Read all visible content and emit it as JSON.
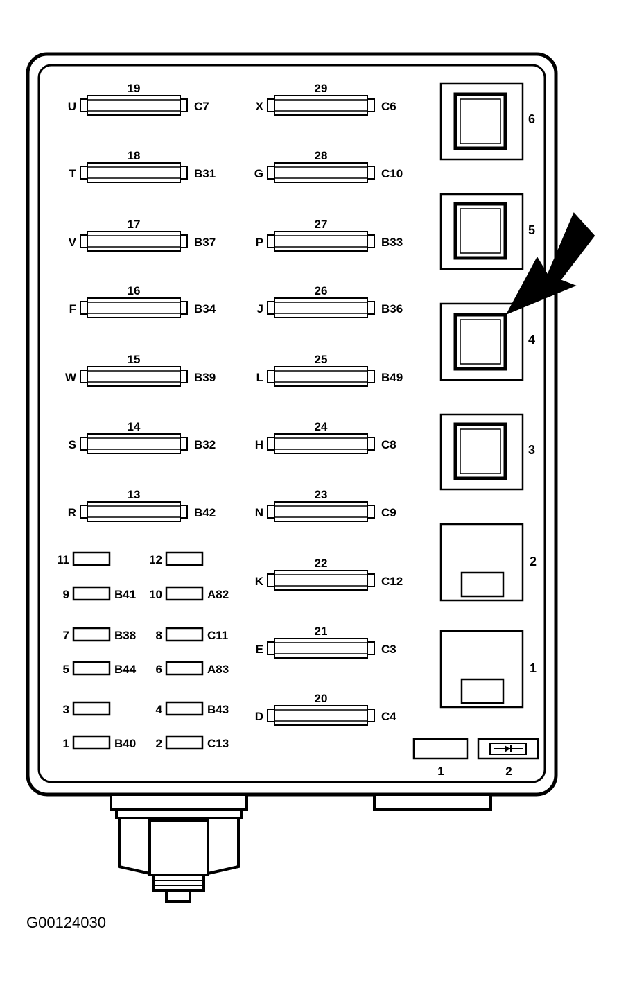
{
  "maxi_fuses": [
    {
      "number": "19",
      "left": "U",
      "right": "C7"
    },
    {
      "number": "18",
      "left": "T",
      "right": "B31"
    },
    {
      "number": "17",
      "left": "V",
      "right": "B37"
    },
    {
      "number": "16",
      "left": "F",
      "right": "B34"
    },
    {
      "number": "15",
      "left": "W",
      "right": "B39"
    },
    {
      "number": "14",
      "left": "S",
      "right": "B32"
    },
    {
      "number": "13",
      "left": "R",
      "right": "B42"
    },
    {
      "number": "29",
      "left": "X",
      "right": "C6"
    },
    {
      "number": "28",
      "left": "G",
      "right": "C10"
    },
    {
      "number": "27",
      "left": "P",
      "right": "B33"
    },
    {
      "number": "26",
      "left": "J",
      "right": "B36"
    },
    {
      "number": "25",
      "left": "L",
      "right": "B49"
    },
    {
      "number": "24",
      "left": "H",
      "right": "C8"
    },
    {
      "number": "23",
      "left": "N",
      "right": "C9"
    },
    {
      "number": "22",
      "left": "K",
      "right": "C12"
    },
    {
      "number": "21",
      "left": "E",
      "right": "C3"
    },
    {
      "number": "20",
      "left": "D",
      "right": "C4"
    }
  ],
  "mini_fuses": [
    {
      "number": "11",
      "code": ""
    },
    {
      "number": "12",
      "code": ""
    },
    {
      "number": "9",
      "code": "B41"
    },
    {
      "number": "10",
      "code": "A82"
    },
    {
      "number": "7",
      "code": "B38"
    },
    {
      "number": "8",
      "code": "C11"
    },
    {
      "number": "5",
      "code": "B44"
    },
    {
      "number": "6",
      "code": "A83"
    },
    {
      "number": "3",
      "code": ""
    },
    {
      "number": "4",
      "code": "B43"
    },
    {
      "number": "1",
      "code": "B40"
    },
    {
      "number": "2",
      "code": "C13"
    }
  ],
  "relays": [
    "6",
    "5",
    "4",
    "3",
    "2",
    "1"
  ],
  "bottom_items": [
    "1",
    "2"
  ],
  "caption": "G00124030",
  "colors": {
    "line": "#000000",
    "background": "#ffffff"
  }
}
